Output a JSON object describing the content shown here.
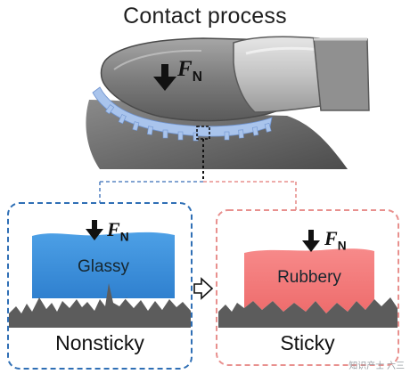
{
  "title": "Contact process",
  "force_symbol": "F",
  "force_subscript": "N",
  "left_panel": {
    "material": "Glassy",
    "result": "Nonsticky"
  },
  "right_panel": {
    "material": "Rubbery",
    "result": "Sticky"
  },
  "watermark": "知识产士 六三",
  "colors": {
    "glassy": "#3a8fd9",
    "rubbery": "#f27777",
    "left_border": "#2f6fb5",
    "right_border": "#e8908e",
    "contact_ring": "#a9c4ec",
    "surface": "#5c5c5c"
  }
}
